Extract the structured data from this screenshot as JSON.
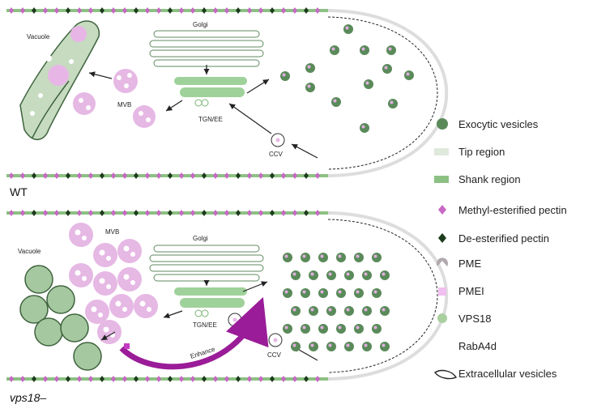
{
  "panels": {
    "wt": {
      "label": "WT",
      "vacuole": "Vacuole",
      "golgi": "Golgi",
      "mvb": "MVB",
      "tgn": "TGN/EE",
      "ccv": "CCV"
    },
    "mutant": {
      "label": "vps18–",
      "vacuole": "Vacuole",
      "golgi": "Golgi",
      "mvb": "MVB",
      "tgn": "TGN/EE",
      "ccv": "CCV",
      "enhance": "Enhance"
    }
  },
  "legend": {
    "items": [
      {
        "label": "Exocytic vesicles",
        "icon": "exocytic-vesicle-icon"
      },
      {
        "label": "Tip region",
        "icon": "tip-region-swatch"
      },
      {
        "label": "Shank region",
        "icon": "shank-region-swatch"
      },
      {
        "label": "Methyl-esterified pectin",
        "icon": "methyl-pectin-icon"
      },
      {
        "label": "De-esterified pectin",
        "icon": "de-esterified-pectin-icon"
      },
      {
        "label": "PME",
        "icon": "pme-icon"
      },
      {
        "label": "PMEI",
        "icon": "pmei-icon"
      },
      {
        "label": "VPS18",
        "icon": "vps18-icon"
      },
      {
        "label": "RabA4d",
        "icon": ""
      },
      {
        "label": "Extracellular vesicles",
        "icon": "extracellular-vesicle-icon"
      }
    ]
  },
  "colors": {
    "green_dark": "#5a8a5a",
    "green_light": "#a9cf9f",
    "green_pale": "#dfe9dc",
    "pink": "#e2aee0",
    "pink_dark": "#c768c4",
    "purple_arrow": "#9a1c98",
    "grey": "#b0a9ad",
    "diamond_dark": "#1d3b1d"
  }
}
